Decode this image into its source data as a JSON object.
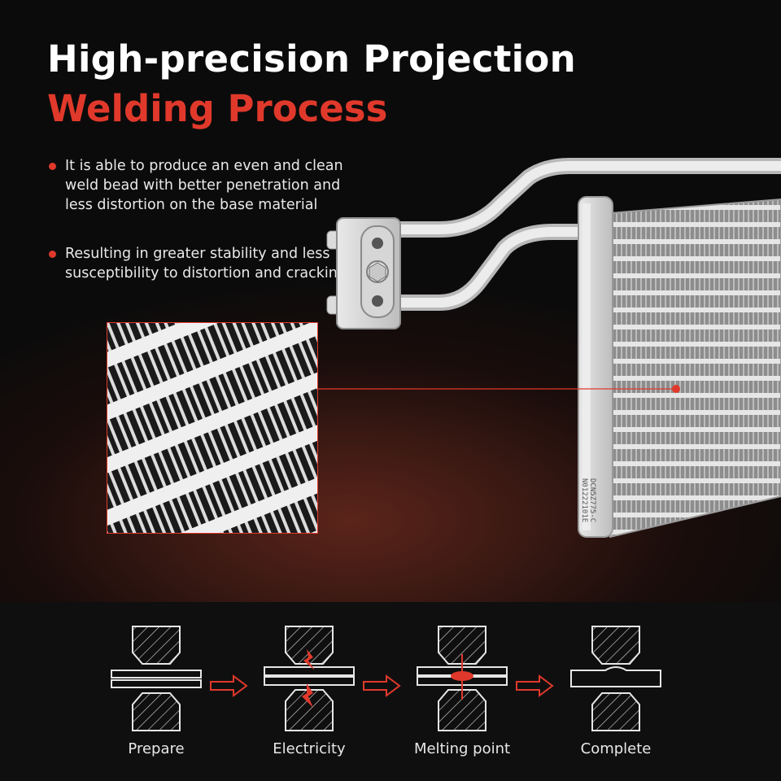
{
  "title": {
    "line1": "High-precision Projection",
    "line2": "Welding Process"
  },
  "bullets": [
    "It is able to produce an even and clean weld bead with better penetration and less distortion on the base material",
    "Resulting in greater stability and less susceptibility to distortion and cracking"
  ],
  "part_label": {
    "line1": "DCN5Z775-C",
    "line2": "N01222101E"
  },
  "steps": [
    {
      "label": "Prepare",
      "icon": "prepare-icon"
    },
    {
      "label": "Electricity",
      "icon": "electricity-icon"
    },
    {
      "label": "Melting point",
      "icon": "melting-point-icon"
    },
    {
      "label": "Complete",
      "icon": "complete-icon"
    }
  ],
  "colors": {
    "accent": "#e0392b",
    "background": "#0c0c0c",
    "text": "#ffffff"
  }
}
